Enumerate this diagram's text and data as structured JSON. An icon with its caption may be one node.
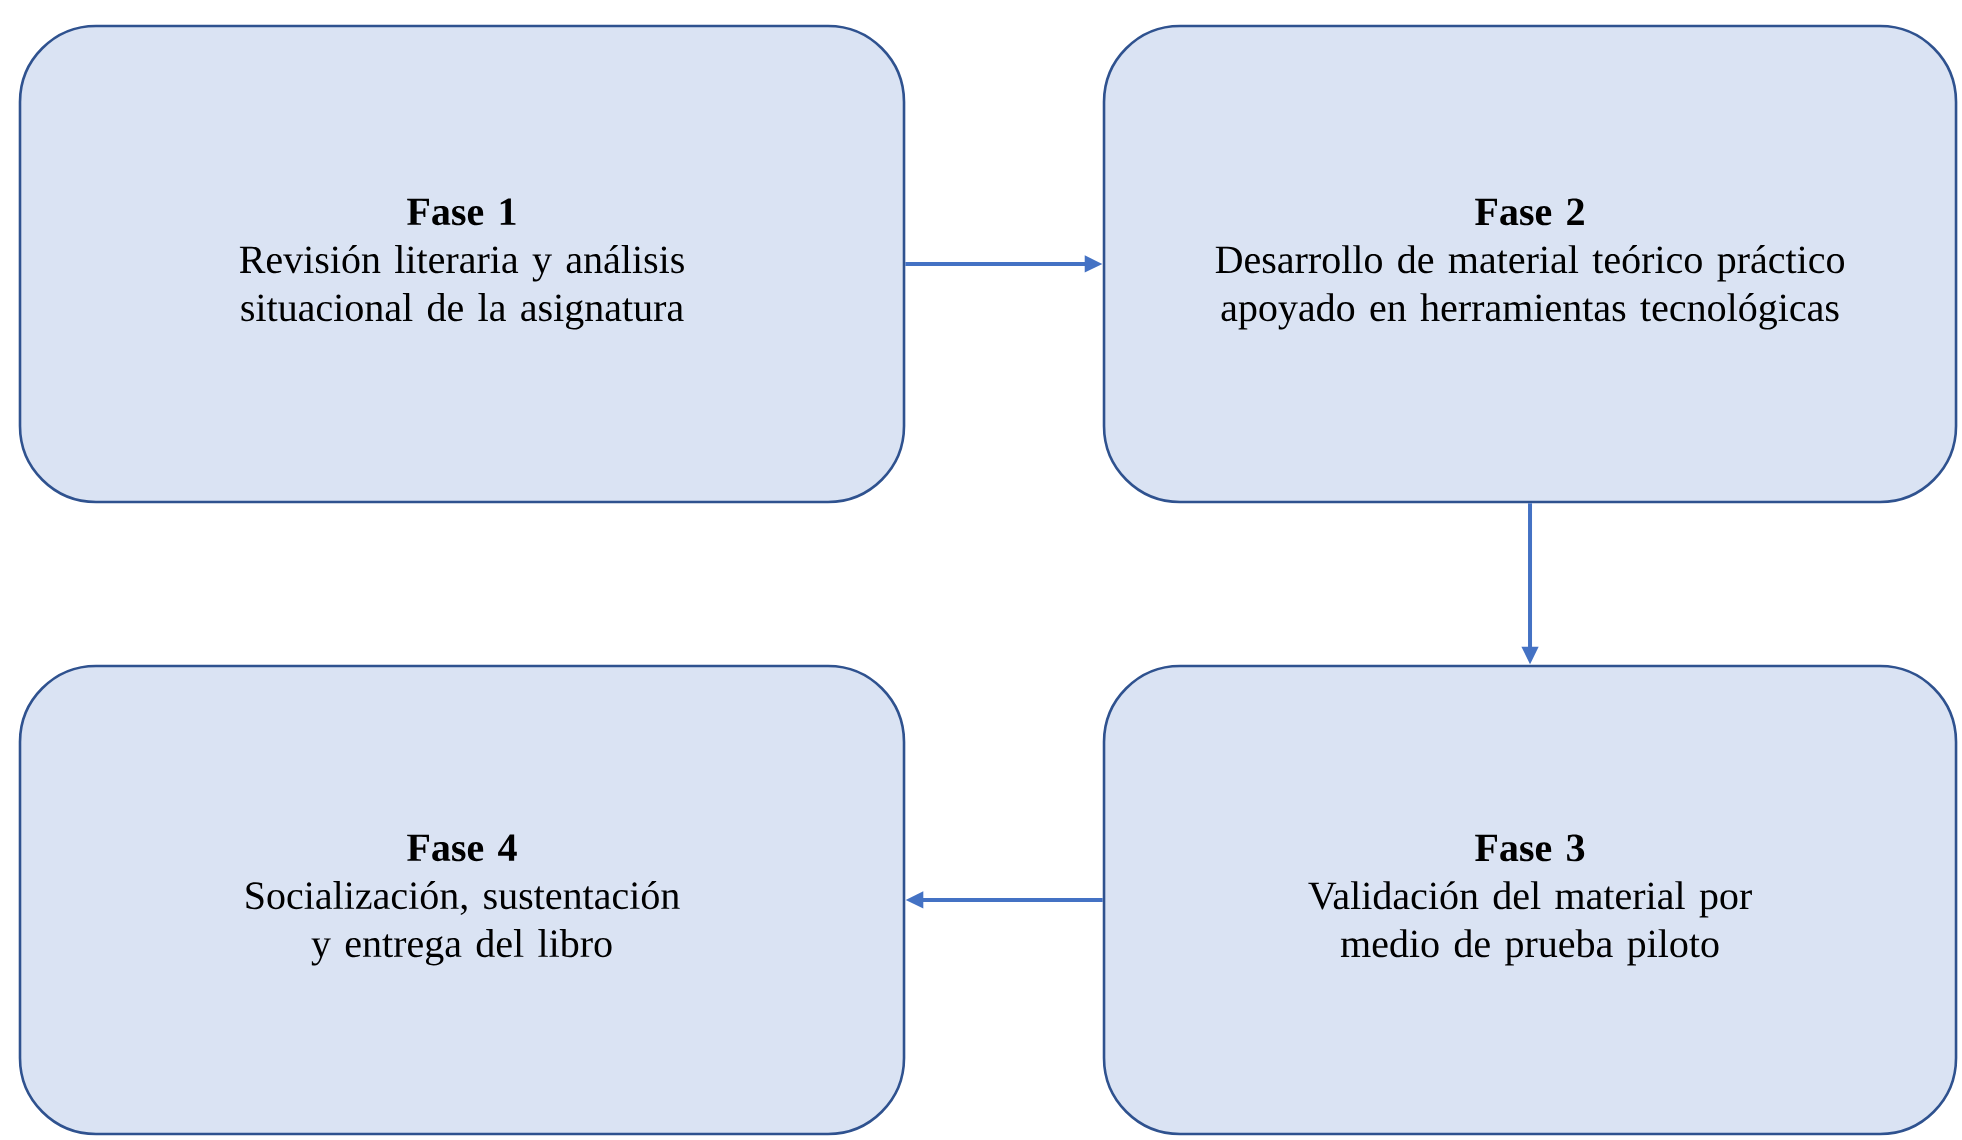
{
  "diagram": {
    "nodes": [
      {
        "text": [
          "Fase 1",
          "Revisión literaria y análisis situacional de la asignatura"
        ]
      },
      {
        "text": [
          "Fase 2",
          "Desarrollo de material teórico práctico apoyado en herramientas tecnológicas"
        ]
      },
      {
        "text": [
          "Fase 3",
          "Validación del material por medio de prueba piloto"
        ]
      },
      {
        "text": [
          "Fase 4",
          "Socialización, sustentación y entrega del libro"
        ]
      }
    ],
    "edges": [
      {
        "from": 0,
        "to": 1,
        "arrow": "to"
      },
      {
        "from": 1,
        "to": 2,
        "arrow": "to"
      },
      {
        "from": 2,
        "to": 3,
        "arrow": "to"
      }
    ]
  }
}
